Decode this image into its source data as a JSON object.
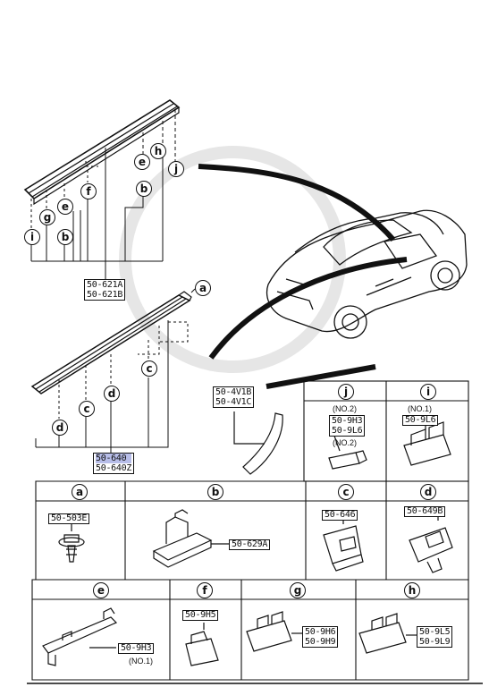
{
  "upper_assembly": {
    "part_label": [
      "50-621A",
      "50-621B"
    ],
    "callouts": [
      "j",
      "h",
      "e",
      "b",
      "f",
      "g",
      "e",
      "b",
      "i"
    ]
  },
  "lower_assembly": {
    "part_label": [
      "50-640",
      "50-640Z"
    ],
    "callouts": [
      "a",
      "c",
      "d",
      "c",
      "d"
    ]
  },
  "center_part": {
    "part_label": [
      "50-4V1B",
      "50-4V1C"
    ]
  },
  "cells": {
    "j": {
      "letter": "j",
      "note1": "(NO.2)",
      "parts": [
        "50-9H3",
        "50-9L6"
      ],
      "note2": "(NO.2)"
    },
    "i": {
      "letter": "i",
      "note": "(NO.1)",
      "part": "50-9L6"
    },
    "a": {
      "letter": "a",
      "part": "50-503E"
    },
    "b": {
      "letter": "b",
      "part": "50-629A"
    },
    "c": {
      "letter": "c",
      "part": "50-646"
    },
    "d": {
      "letter": "d",
      "part": "50-649B"
    },
    "e": {
      "letter": "e",
      "part": "50-9H3",
      "note": "(NO.1)"
    },
    "f": {
      "letter": "f",
      "part": "50-9H5"
    },
    "g": {
      "letter": "g",
      "parts": [
        "50-9H6",
        "50-9H9"
      ]
    },
    "h": {
      "letter": "h",
      "parts": [
        "50-9L5",
        "50-9L9"
      ]
    }
  },
  "colors": {
    "line": "#111111",
    "highlight": "#b7bde8",
    "background": "#ffffff"
  }
}
